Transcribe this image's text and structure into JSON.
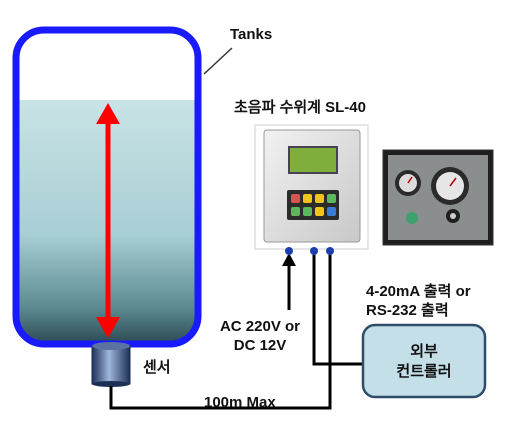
{
  "labels": {
    "tanks": "Tanks",
    "device_title": "초음파 수위계 SL-40",
    "power_line1": "AC 220V or",
    "power_line2": "DC 12V",
    "sensor": "센서",
    "distance": "100m Max",
    "output_line1": "4-20mA 출력 or",
    "output_line2": "RS-232 출력",
    "controller_line1": "외부",
    "controller_line2": "컨트롤러"
  },
  "colors": {
    "tank_border": "#1a1aff",
    "water": "#a8cfd4",
    "level_arrow": "#ff0000",
    "device_screen": "#7fae3c",
    "connector_dot": "#1a3fb0",
    "controller_fill": "#c4dfe8",
    "controller_border": "#2e4d6b",
    "wire": "#000000"
  }
}
